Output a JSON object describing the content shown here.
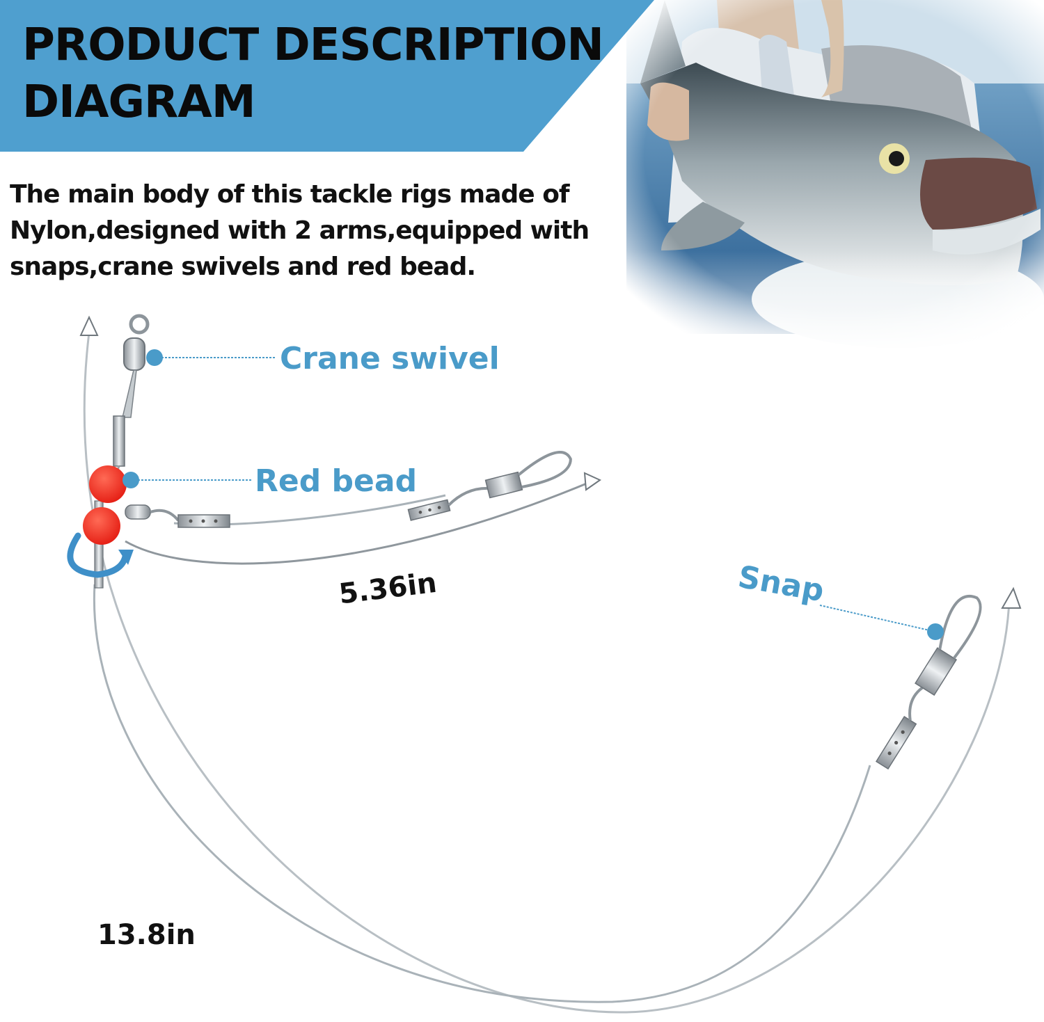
{
  "header": {
    "title": "PRODUCT DESCRIPTION\nDIAGRAM",
    "description": "The main body of this tackle rigs made of Nylon,designed with 2 arms,equipped with snaps,crane swivels and red bead."
  },
  "callouts": {
    "crane_swivel": "Crane swivel",
    "red_bead": "Red bead",
    "snap": "Snap"
  },
  "dimensions": {
    "short_arm": "5.36in",
    "long_arm": "13.8in"
  },
  "colors": {
    "banner": "#4f9fcf",
    "callout": "#4a9bc9",
    "bead": "#ee2a1f",
    "line": "#a9b2b8",
    "arrow": "#3e8fc8"
  }
}
